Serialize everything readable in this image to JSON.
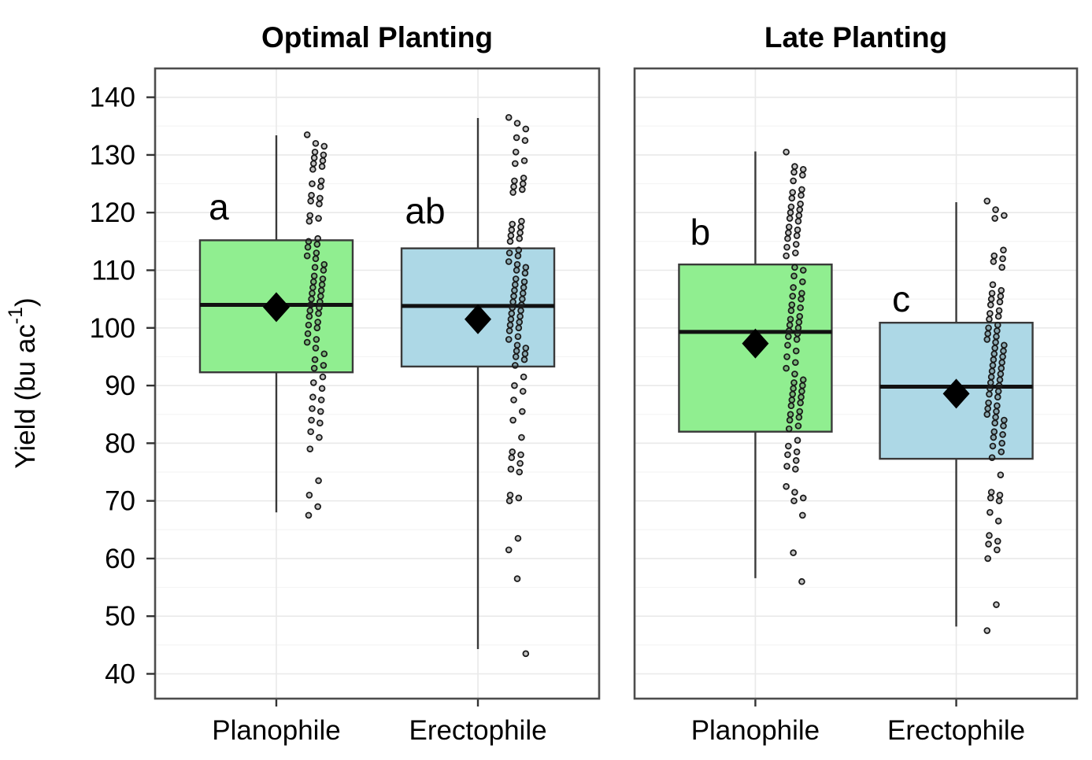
{
  "chart_data": {
    "type": "boxplot",
    "subtype": "faceted boxplot with jittered points and mean diamonds",
    "ylabel_text": "Yield (bu ac⁻¹)",
    "ylabel_parts": {
      "prefix": "Yield (bu ac",
      "superscript": "-1",
      "suffix": ")"
    },
    "categories": [
      "Planophile",
      "Erectophile"
    ],
    "ylim": [
      35.7,
      145
    ],
    "y_ticks": [
      140,
      130,
      120,
      110,
      100,
      90,
      80,
      70,
      60,
      50,
      40
    ],
    "y_minor_ticks": [
      135,
      125,
      115,
      105,
      95,
      85,
      75,
      65,
      55,
      45
    ],
    "grid": true,
    "legend_position": "none",
    "colors": {
      "green_fill": "#90EE90",
      "blue_fill": "#ADD8E6",
      "box_border": "#3a3a3a",
      "median_line": "#111111",
      "whisker": "#3a3a3a",
      "panel_border": "#4d4d4d",
      "grid_major": "#e9e9e9",
      "grid_minor": "#f4f4f4",
      "point_stroke": "#1b1b1b",
      "point_fill": "rgba(60,60,60,0.30)",
      "mean_diamond": "#000000",
      "text": "#000000"
    },
    "panels": [
      {
        "title": "Optimal Planting",
        "boxes": [
          {
            "category": "Planophile",
            "fill": "#90EE90",
            "letter": "a",
            "letter_v": 121,
            "letter_dx": -73,
            "stats": {
              "whisker_low": 68,
              "q1": 92.3,
              "median": 104,
              "q3": 115.2,
              "whisker_high": 133.4,
              "mean": 103.6
            },
            "points": [
              133.5,
              132,
              131.5,
              130.5,
              130,
              129.5,
              129,
              128.5,
              128,
              127.5,
              125.5,
              125,
              124.5,
              123,
              122.5,
              122,
              121.5,
              119.5,
              119,
              118.5,
              115.5,
              115,
              114.5,
              114,
              113,
              112.5,
              112,
              111,
              110.5,
              110,
              109,
              108.5,
              108,
              107.5,
              107,
              106.5,
              106,
              105.5,
              105,
              104.5,
              104,
              103.5,
              103,
              102.5,
              102,
              101,
              100.5,
              100,
              99,
              98,
              97.5,
              96.5,
              95.5,
              94.5,
              93.5,
              93,
              91.5,
              90.5,
              89.5,
              88,
              87.5,
              86,
              85.5,
              84,
              83.5,
              82,
              81,
              79,
              73.5,
              71,
              69,
              67.5
            ]
          },
          {
            "category": "Erectophile",
            "fill": "#ADD8E6",
            "letter": "ab",
            "letter_v": 120.3,
            "letter_dx": -67,
            "stats": {
              "whisker_low": 44.3,
              "q1": 93.3,
              "median": 103.8,
              "q3": 113.8,
              "whisker_high": 136.4,
              "mean": 101.5
            },
            "points": [
              136.5,
              135.5,
              134.5,
              133,
              132.5,
              130.5,
              129,
              128.5,
              126,
              125.5,
              125,
              124.5,
              124,
              123.5,
              118.5,
              118,
              117.5,
              117,
              116.5,
              116,
              115.5,
              115,
              113.5,
              113,
              112.5,
              111.5,
              111,
              110.5,
              110,
              109.5,
              108.5,
              108,
              107.5,
              107,
              106.5,
              106,
              105.5,
              105,
              104.5,
              104,
              103.5,
              103,
              102.5,
              102,
              101.5,
              101,
              100.5,
              100,
              99.5,
              98.5,
              98,
              97,
              96.5,
              96,
              95.5,
              95,
              94.5,
              93.5,
              91.5,
              90,
              89,
              87.5,
              85.5,
              84,
              81,
              78.5,
              78,
              77.5,
              76.5,
              75.5,
              75,
              71,
              70.5,
              70,
              63.5,
              61.5,
              56.5,
              43.5
            ]
          }
        ]
      },
      {
        "title": "Late Planting",
        "boxes": [
          {
            "category": "Planophile",
            "fill": "#90EE90",
            "letter": "b",
            "letter_v": 116.6,
            "letter_dx": -70,
            "stats": {
              "whisker_low": 56.6,
              "q1": 82,
              "median": 99.3,
              "q3": 111,
              "whisker_high": 130.6,
              "mean": 97.3
            },
            "points": [
              130.5,
              128,
              127.5,
              127,
              126.5,
              125.5,
              124,
              123.5,
              123,
              122.5,
              121.5,
              121,
              120.5,
              120,
              119.5,
              119,
              118.5,
              117.5,
              117,
              116.5,
              116,
              115.5,
              114.5,
              114,
              113,
              112.5,
              110.5,
              110,
              109,
              108,
              107,
              106,
              105.5,
              105,
              104,
              103.5,
              103,
              102,
              101.5,
              101,
              100.5,
              100,
              99.5,
              99,
              98.5,
              98,
              97,
              96,
              95,
              94,
              93,
              92,
              91,
              90.5,
              90,
              89.5,
              89,
              88.5,
              88,
              87.5,
              87,
              86.5,
              85.5,
              85,
              84.5,
              84,
              83,
              82.5,
              80.5,
              79.5,
              78.5,
              78,
              77,
              76,
              75.5,
              72.5,
              71.5,
              70.5,
              70,
              67.5,
              61,
              56
            ]
          },
          {
            "category": "Erectophile",
            "fill": "#ADD8E6",
            "letter": "c",
            "letter_v": 105,
            "letter_dx": -70,
            "stats": {
              "whisker_low": 48.2,
              "q1": 77.3,
              "median": 89.8,
              "q3": 100.9,
              "whisker_high": 121.8,
              "mean": 88.6
            },
            "points": [
              122,
              120.5,
              119.5,
              119,
              113.5,
              112.5,
              112,
              111.5,
              110.5,
              107.5,
              106.5,
              106,
              105.5,
              105,
              104.5,
              104,
              103,
              102.5,
              102,
              101.5,
              100.5,
              100,
              99.5,
              99,
              98.5,
              98,
              97.5,
              97,
              96.5,
              96,
              95.5,
              95,
              94.5,
              94,
              93.5,
              93,
              92.5,
              92,
              91.5,
              91,
              90.5,
              90,
              89.5,
              89,
              88.5,
              88,
              87,
              86.5,
              86,
              85.5,
              85,
              84.5,
              84,
              83.5,
              83,
              82,
              81.5,
              81,
              80,
              79.5,
              78.5,
              77.5,
              74.5,
              71.5,
              71,
              70.5,
              70,
              68,
              66.5,
              64,
              63,
              62.5,
              61.5,
              60,
              52,
              47.5
            ]
          }
        ]
      }
    ]
  }
}
